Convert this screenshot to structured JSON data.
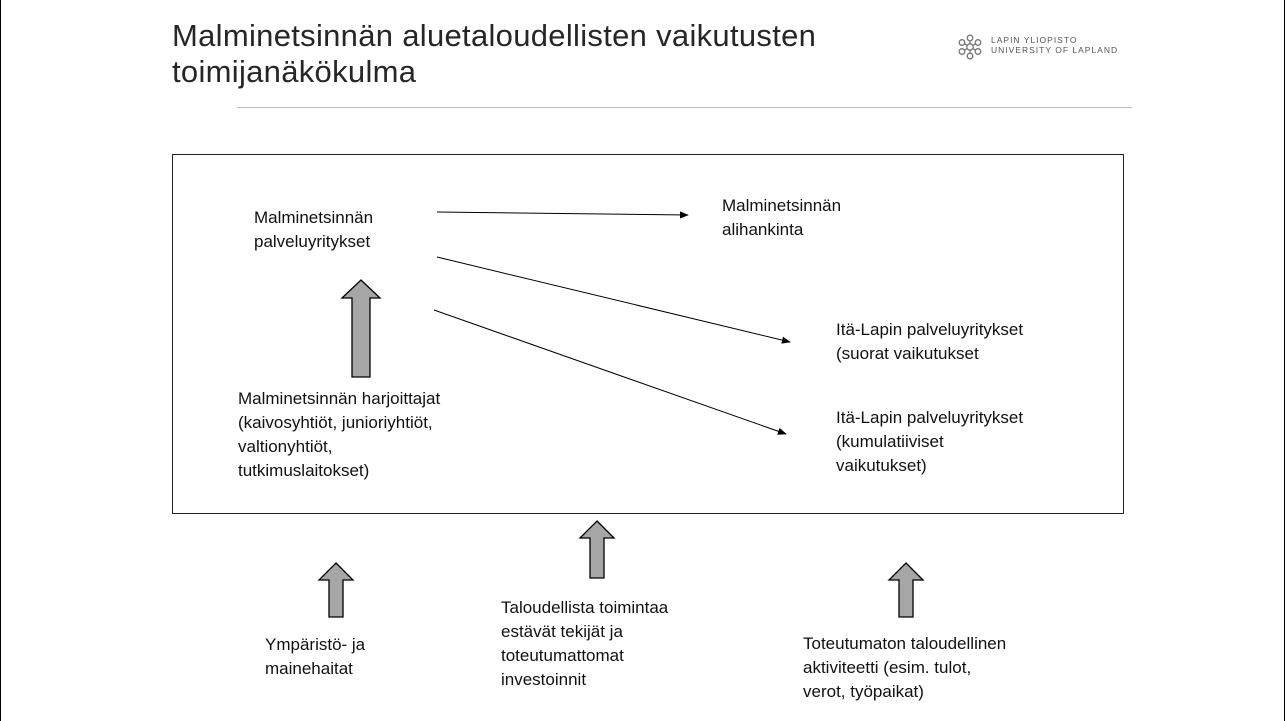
{
  "title": {
    "line1": "Malminetsinnän aluetaloudellisten vaikutusten",
    "line2": "toimijanäkökulma"
  },
  "logo": {
    "line1": "LAPIN YLIOPISTO",
    "line2": "UNIVERSITY OF LAPLAND"
  },
  "diagram": {
    "services": [
      "Malminetsinnän",
      "palveluyritykset"
    ],
    "subcontracting": [
      "Malminetsinnän",
      "alihankinta"
    ],
    "east_direct": [
      "Itä-Lapin palveluyritykset",
      "(suorat vaikutukset"
    ],
    "east_cumulative": [
      "Itä-Lapin palveluyritykset",
      "(kumulatiiviset",
      "vaikutukset)"
    ],
    "practitioners": [
      "Malminetsinnän harjoittajat",
      "(kaivosyhtiöt, junioriyhtiöt,",
      "valtionyhtiöt,",
      "tutkimuslaitokset)"
    ]
  },
  "factors": {
    "environment": [
      "Ympäristö- ja",
      "mainehaitat"
    ],
    "barriers": [
      "Taloudellista toimintaa",
      "estävät tekijät ja",
      "toteutumattomat",
      "investoinnit"
    ],
    "unrealized": [
      "Toteutumaton taloudellinen",
      "aktiviteetti (esim. tulot,",
      "verot, työpaikat)"
    ]
  },
  "colors": {
    "block_arrow_fill": "#a6a6a6",
    "line": "#000000",
    "frame": "#222222"
  }
}
